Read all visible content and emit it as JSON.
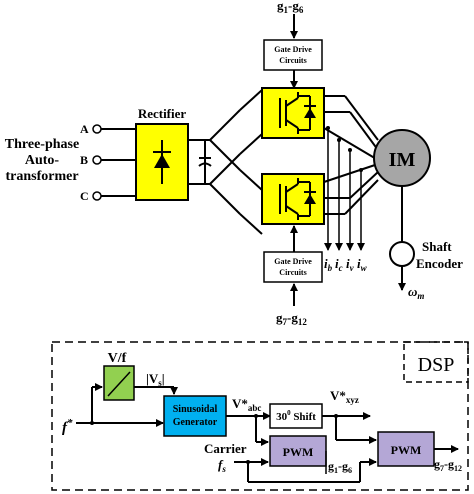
{
  "top_signal": "g",
  "top_signal_sub": "1",
  "top_signal_mid": "-g",
  "top_signal_sub2": "6",
  "gate_drive_label_1": "Gate Drive",
  "gate_drive_label_2": "Circuits",
  "source_label_1": "Three-phase",
  "source_label_2": "Auto-",
  "source_label_3": "transformer",
  "phase_a": "A",
  "phase_b": "B",
  "phase_c": "C",
  "rectifier_label": "Rectifier",
  "motor_label": "IM",
  "current_i": "i",
  "current_b": "b",
  "current_c": "c",
  "current_v": "v",
  "current_w": "w",
  "encoder_label_1": "Shaft",
  "encoder_label_2": "Encoder",
  "omega": "ω",
  "omega_sub": "m",
  "bottom_signal": "g",
  "bottom_signal_sub": "7",
  "bottom_signal_mid": "-g",
  "bottom_signal_sub2": "12",
  "dsp_label": "DSP",
  "vf_label": "V/f",
  "vs_label": "|V",
  "vs_sub": "s",
  "vs_end": "|",
  "f_star": "f",
  "star": "*",
  "sine_gen_1": "Sinusoidal",
  "sine_gen_2": "Generator",
  "v_star": "V*",
  "v_sub_abc": "abc",
  "v_sub_xyz": "xyz",
  "shift_label": "30",
  "shift_deg": "0",
  "shift_rest": " Shift",
  "carrier_label": "Carrier",
  "fs_label": "f",
  "fs_sub": "s",
  "pwm_label": "PWM",
  "out1": "g",
  "out1_sub": "1",
  "out1_mid": "-g",
  "out1_sub2": "6",
  "out2": "g",
  "out2_sub": "7",
  "out2_mid": "-g",
  "out2_sub2": "12",
  "colors": {
    "inverter_yellow": "#ffff00",
    "motor_gray": "#a6a6a6",
    "vf_green": "#92d050",
    "sine_blue": "#00b0f0",
    "pwm_purple": "#b4a7d6"
  }
}
